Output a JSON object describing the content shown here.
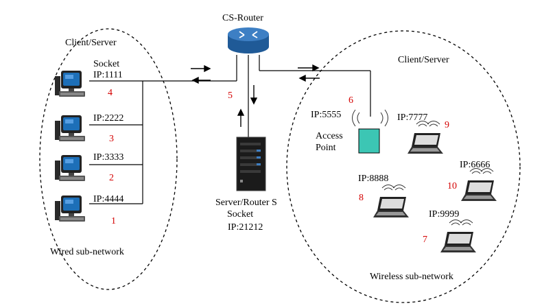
{
  "router": {
    "label": "CS-Router"
  },
  "left_group": {
    "title": "Client/Server",
    "socket_label": "Socket",
    "footer": "Wired sub-network",
    "clients": [
      {
        "ip": "IP:1111",
        "number": "4"
      },
      {
        "ip": "IP:2222",
        "number": "3"
      },
      {
        "ip": "IP:3333",
        "number": "2"
      },
      {
        "ip": "IP:4444",
        "number": "1"
      }
    ]
  },
  "center_server": {
    "number": "5",
    "name": "Server/Router S",
    "socket_label": "Socket",
    "ip": "IP:21212"
  },
  "right_group": {
    "title": "Client/Server",
    "footer": "Wireless sub-network",
    "access_point": {
      "ip": "IP:5555",
      "number": "6",
      "line1": "Access",
      "line2": "Point"
    },
    "laptops": [
      {
        "ip": "IP:7777",
        "number": "9"
      },
      {
        "ip": "IP:6666",
        "number": "10"
      },
      {
        "ip": "IP:8888",
        "number": "8"
      },
      {
        "ip": "IP:9999",
        "number": "7"
      }
    ]
  },
  "colors": {
    "router_fill": "#3d7fc4",
    "access_point_fill": "#3cc6b4",
    "number_color": "#d40000",
    "monitor_screen": "#1d6fb8"
  }
}
